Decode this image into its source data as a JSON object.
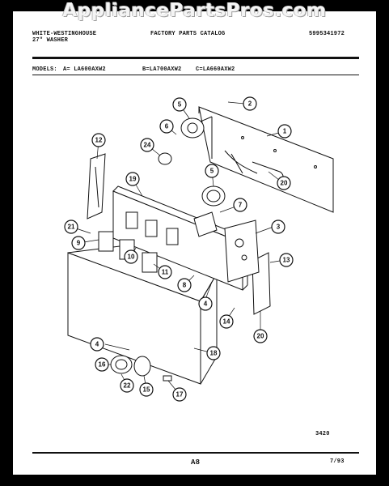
{
  "watermark": "AppliancePartsPros.com",
  "header": {
    "brand_line1": "WHITE-WESTINGHOUSE",
    "brand_line2": "27\" WASHER",
    "catalog_title": "FACTORY PARTS CATALOG",
    "catalog_number": "5995341972",
    "models_label": "MODELS:",
    "model_a": "A= LA600AXW2",
    "model_b": "B=LA700AXW2",
    "model_c": "C=LA660AXW2"
  },
  "callouts": [
    "1",
    "2",
    "3",
    "4",
    "4",
    "5",
    "5",
    "6",
    "7",
    "8",
    "9",
    "10",
    "11",
    "12",
    "13",
    "14",
    "15",
    "16",
    "17",
    "18",
    "19",
    "20",
    "20",
    "21",
    "22",
    "24"
  ],
  "footer": {
    "drawing_number": "3420",
    "page_label": "A8",
    "date": "7/93"
  }
}
